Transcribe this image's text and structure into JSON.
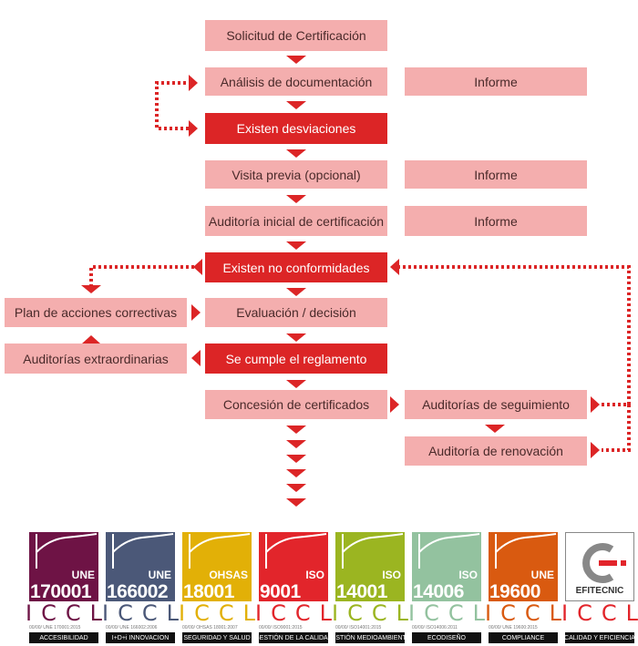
{
  "flow": {
    "solicitud": "Solicitud de Certificación",
    "analisis": "Análisis de documentación",
    "informe1": "Informe",
    "desviaciones": "Existen desviaciones",
    "visita": "Visita previa (opcional)",
    "informe2": "Informe",
    "auditoria_inicial": "Auditoría inicial de certificación",
    "informe3": "Informe",
    "no_conformidades": "Existen no conformidades",
    "plan": "Plan de acciones correctivas",
    "evaluacion": "Evaluación / decisión",
    "extraordinarias": "Auditorías extraordinarias",
    "reglamento": "Se cumple el reglamento",
    "concesion": "Concesión de certificados",
    "seguimiento": "Auditorías de seguimiento",
    "renovacion": "Auditoría de renovación"
  },
  "colors": {
    "light_box": "#f4aeae",
    "dark_box": "#dc2526",
    "arrow": "#dc2526"
  },
  "badges": [
    {
      "title": "UNE",
      "number": "170001",
      "ref": "00/00/ UNE 170001:2015",
      "caption": "ACCESIBILIDAD",
      "color": "#6e1345"
    },
    {
      "title": "UNE",
      "number": "166002",
      "ref": "00/00/ UNE 166002:2006",
      "caption": "I+D+i INNOVACION",
      "color": "#4b5878"
    },
    {
      "title": "OHSAS",
      "number": "18001",
      "ref": "00/00/ OHSAS 18001:2007",
      "caption": "SEGURIDAD Y SALUD",
      "color": "#e2b007"
    },
    {
      "title": "ISO",
      "number": "9001",
      "ref": "00/00/ ISO9001:2015",
      "caption": "GESTIÓN DE LA CALIDAD",
      "color": "#e2252b"
    },
    {
      "title": "ISO",
      "number": "14001",
      "ref": "00/00/ ISO14001:2015",
      "caption": "GESTIÓN MEDIOAMBIENTAL",
      "color": "#9bb521"
    },
    {
      "title": "ISO",
      "number": "14006",
      "ref": "00/00/ ISO14006:2011",
      "caption": "ECODISEÑO",
      "color": "#93c29f"
    },
    {
      "title": "UNE",
      "number": "19600",
      "ref": "00/00/ UNE 19600:2015",
      "caption": "COMPLIANCE",
      "color": "#d95a10"
    },
    {
      "title": "EFITECNIC",
      "number": "",
      "ref": "",
      "caption": "CALIDAD Y EFICIENCIA",
      "color": "#e2252b"
    }
  ],
  "icl_letters": "ICCL"
}
